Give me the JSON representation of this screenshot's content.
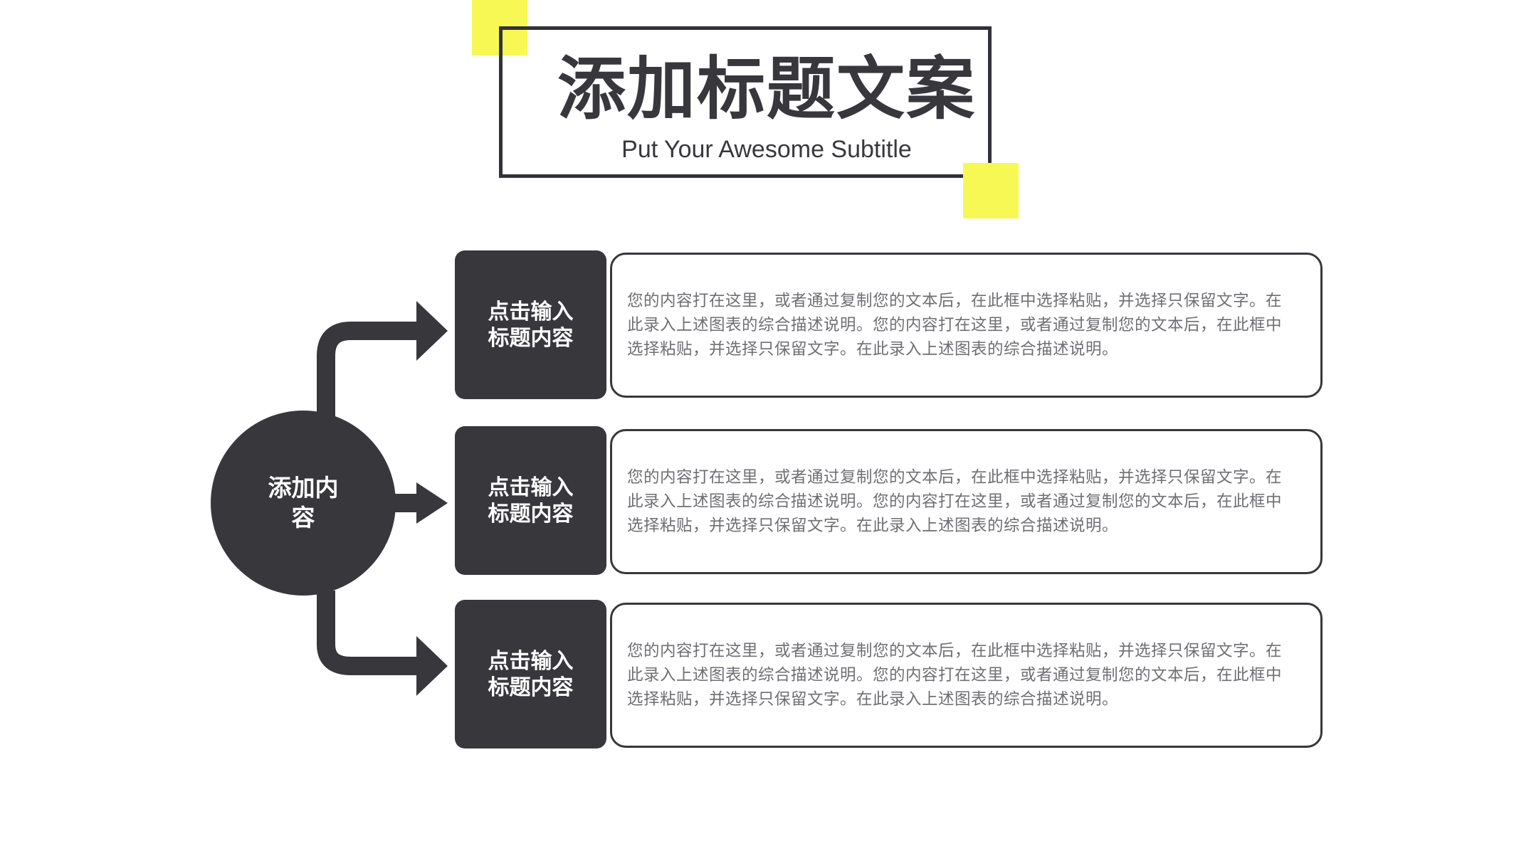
{
  "header": {
    "title": "添加标题文案",
    "subtitle": "Put Your Awesome Subtitle"
  },
  "center": {
    "label": "添加内容"
  },
  "items": [
    {
      "heading": "点击输入标题内容",
      "description": "您的内容打在这里，或者通过复制您的文本后，在此框中选择粘贴，并选择只保留文字。在此录入上述图表的综合描述说明。您的内容打在这里，或者通过复制您的文本后，在此框中选择粘贴，并选择只保留文字。在此录入上述图表的综合描述说明。"
    },
    {
      "heading": "点击输入标题内容",
      "description": "您的内容打在这里，或者通过复制您的文本后，在此框中选择粘贴，并选择只保留文字。在此录入上述图表的综合描述说明。您的内容打在这里，或者通过复制您的文本后，在此框中选择粘贴，并选择只保留文字。在此录入上述图表的综合描述说明。"
    },
    {
      "heading": "点击输入标题内容",
      "description": "您的内容打在这里，或者通过复制您的文本后，在此框中选择粘贴，并选择只保留文字。在此录入上述图表的综合描述说明。您的内容打在这里，或者通过复制您的文本后，在此框中选择粘贴，并选择只保留文字。在此录入上述图表的综合描述说明。"
    }
  ],
  "colors": {
    "dark": "#38373C",
    "accent": "#F8F855",
    "text_muted": "#6F6E73",
    "background": "#FFFFFF"
  }
}
